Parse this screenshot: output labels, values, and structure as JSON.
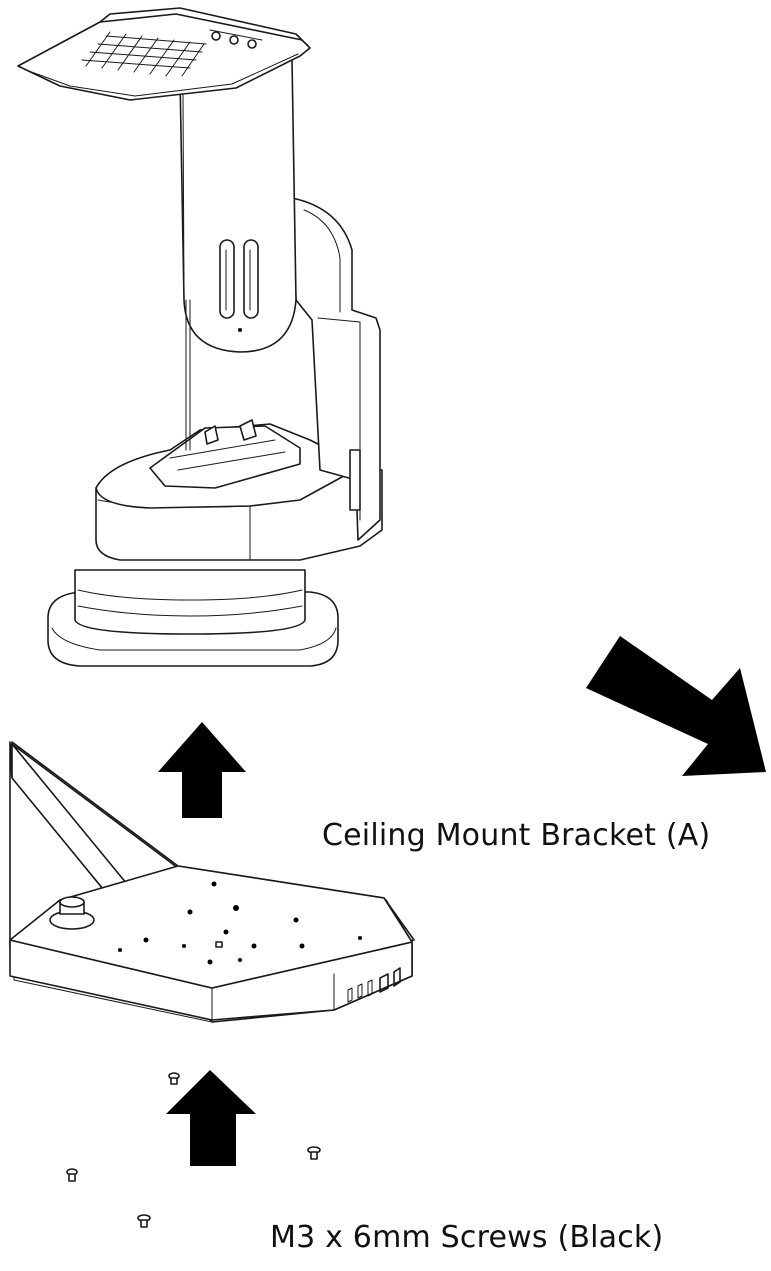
{
  "labels": {
    "bracket": "Ceiling Mount Bracket (A)",
    "screws": "M3 x 6mm Screws (Black)"
  },
  "icons": {
    "camera": "camera-on-bracket-illustration",
    "plate": "mounting-plate-illustration",
    "arrow_up": "up-arrow-icon",
    "arrow_diag": "diagonal-arrow-icon",
    "screw": "screw-icon"
  },
  "colors": {
    "line": "#1a1a1a",
    "arrow": "#000000",
    "background": "#ffffff"
  }
}
